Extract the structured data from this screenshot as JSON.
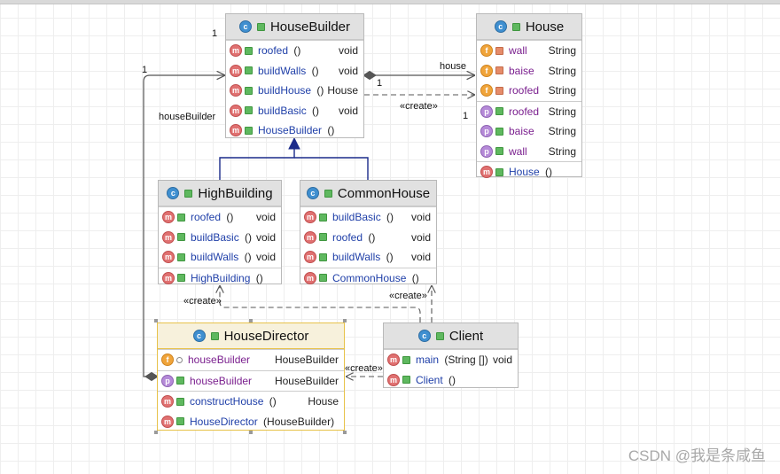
{
  "classes": [
    {
      "id": "HouseBuilder",
      "title": "HouseBuilder",
      "sections": [
        [
          {
            "kind": "method",
            "vis": "pub",
            "name": "roofed",
            "args": "()",
            "type": "void"
          },
          {
            "kind": "method",
            "vis": "pub",
            "name": "buildWalls",
            "args": "()",
            "type": "void"
          },
          {
            "kind": "method",
            "vis": "pub",
            "name": "buildHouse",
            "args": "()",
            "type": "House"
          },
          {
            "kind": "method",
            "vis": "pub",
            "name": "buildBasic",
            "args": "()",
            "type": "void"
          },
          {
            "kind": "method",
            "vis": "pub",
            "name": "HouseBuilder",
            "args": "()",
            "type": ""
          }
        ]
      ]
    },
    {
      "id": "House",
      "title": "House",
      "sections": [
        [
          {
            "kind": "field",
            "vis": "priv",
            "name": "wall",
            "args": "",
            "type": "String"
          },
          {
            "kind": "field",
            "vis": "priv",
            "name": "baise",
            "args": "",
            "type": "String"
          },
          {
            "kind": "field",
            "vis": "priv",
            "name": "roofed",
            "args": "",
            "type": "String"
          }
        ],
        [
          {
            "kind": "prop",
            "vis": "pub",
            "name": "roofed",
            "args": "",
            "type": "String"
          },
          {
            "kind": "prop",
            "vis": "pub",
            "name": "baise",
            "args": "",
            "type": "String"
          },
          {
            "kind": "prop",
            "vis": "pub",
            "name": "wall",
            "args": "",
            "type": "String"
          }
        ],
        [
          {
            "kind": "method",
            "vis": "pub",
            "name": "House",
            "args": "()",
            "type": ""
          }
        ]
      ]
    },
    {
      "id": "HighBuilding",
      "title": "HighBuilding",
      "sections": [
        [
          {
            "kind": "method",
            "vis": "pub",
            "name": "roofed",
            "args": "()",
            "type": "void"
          },
          {
            "kind": "method",
            "vis": "pub",
            "name": "buildBasic",
            "args": "()",
            "type": "void"
          },
          {
            "kind": "method",
            "vis": "pub",
            "name": "buildWalls",
            "args": "()",
            "type": "void"
          }
        ],
        [
          {
            "kind": "method",
            "vis": "pub",
            "name": "HighBuilding",
            "args": "()",
            "type": ""
          }
        ]
      ]
    },
    {
      "id": "CommonHouse",
      "title": "CommonHouse",
      "sections": [
        [
          {
            "kind": "method",
            "vis": "pub",
            "name": "buildBasic",
            "args": "()",
            "type": "void"
          },
          {
            "kind": "method",
            "vis": "pub",
            "name": "roofed",
            "args": "()",
            "type": "void"
          },
          {
            "kind": "method",
            "vis": "pub",
            "name": "buildWalls",
            "args": "()",
            "type": "void"
          }
        ],
        [
          {
            "kind": "method",
            "vis": "pub",
            "name": "CommonHouse",
            "args": "()",
            "type": ""
          }
        ]
      ]
    },
    {
      "id": "HouseDirector",
      "title": "HouseDirector",
      "selected": true,
      "sections": [
        [
          {
            "kind": "field",
            "vis": "pkg",
            "name": "houseBuilder",
            "args": "",
            "type": "HouseBuilder"
          }
        ],
        [
          {
            "kind": "prop",
            "vis": "pub",
            "name": "houseBuilder",
            "args": "",
            "type": "HouseBuilder"
          }
        ],
        [
          {
            "kind": "method",
            "vis": "pub",
            "name": "constructHouse",
            "args": "()",
            "type": "House"
          },
          {
            "kind": "method",
            "vis": "pub",
            "name": "HouseDirector",
            "args": "(HouseBuilder)",
            "type": ""
          }
        ]
      ]
    },
    {
      "id": "Client",
      "title": "Client",
      "sections": [
        [
          {
            "kind": "method",
            "vis": "pub",
            "name": "main",
            "args": "(String [])",
            "type": "void"
          },
          {
            "kind": "method",
            "vis": "pub",
            "name": "Client",
            "args": "()",
            "type": ""
          }
        ]
      ]
    }
  ],
  "labels": {
    "mult_builder_top": "1",
    "mult_director_left": "1",
    "role_house": "house",
    "mult_house_left": "1",
    "mult_house_right": "1",
    "create_builder_house": "«create»",
    "role_houseBuilder": "houseBuilder",
    "create_client_high": "«create»",
    "create_client_common": "«create»",
    "create_client_director": "«create»"
  },
  "watermark": "CSDN @我是条咸鱼"
}
